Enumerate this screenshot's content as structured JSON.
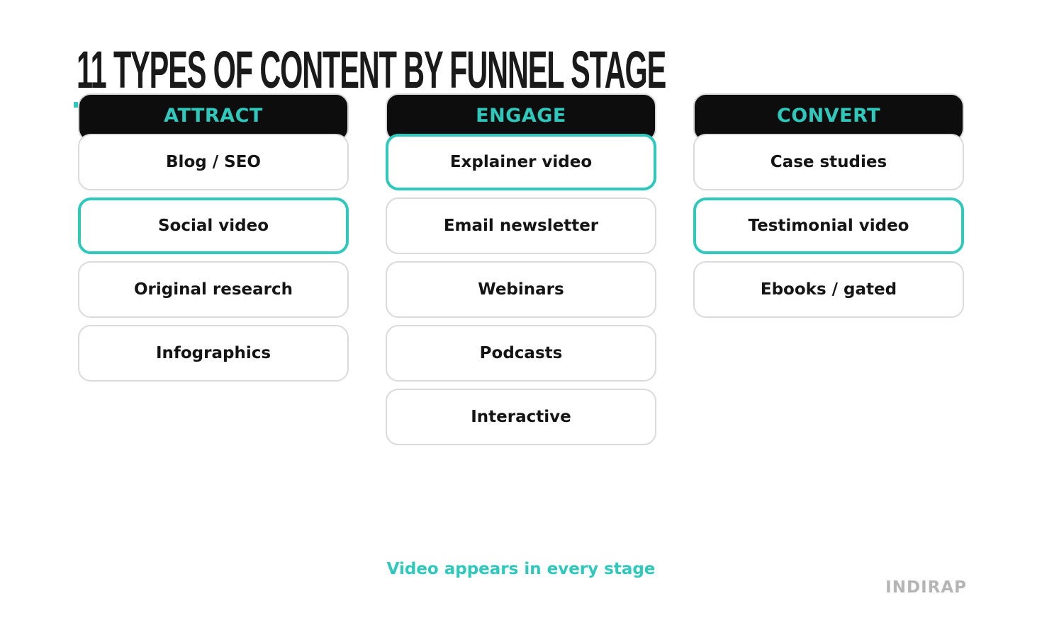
{
  "title": "11 TYPES OF CONTENT BY FUNNEL STAGE",
  "accent_color": "#2ec8bd",
  "columns": [
    {
      "header": "ATTRACT",
      "items": [
        {
          "label": "Blog / SEO",
          "highlighted": false
        },
        {
          "label": "Social video",
          "highlighted": true
        },
        {
          "label": "Original research",
          "highlighted": false
        },
        {
          "label": "Infographics",
          "highlighted": false
        }
      ]
    },
    {
      "header": "ENGAGE",
      "items": [
        {
          "label": "Explainer video",
          "highlighted": true
        },
        {
          "label": "Email newsletter",
          "highlighted": false
        },
        {
          "label": "Webinars",
          "highlighted": false
        },
        {
          "label": "Podcasts",
          "highlighted": false
        },
        {
          "label": "Interactive",
          "highlighted": false
        }
      ]
    },
    {
      "header": "CONVERT",
      "items": [
        {
          "label": "Case studies",
          "highlighted": false
        },
        {
          "label": "Testimonial video",
          "highlighted": true
        },
        {
          "label": "Ebooks / gated",
          "highlighted": false
        }
      ]
    }
  ],
  "footer_note": "Video appears in every stage",
  "brand": "INDIRAP"
}
